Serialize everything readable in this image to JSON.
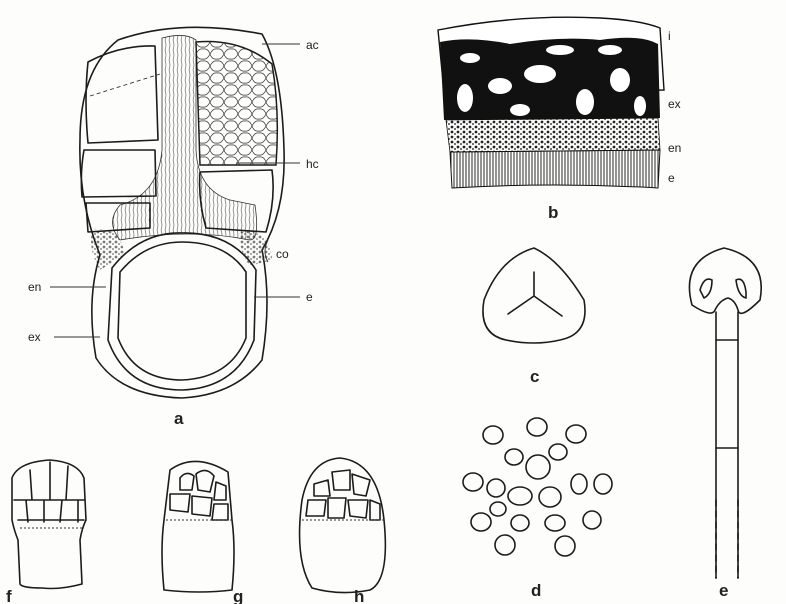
{
  "figure": {
    "a": {
      "panel_label": "a",
      "labels": {
        "ac": "ac",
        "hc": "hc",
        "co": "co",
        "en": "en",
        "ex": "ex",
        "e": "e"
      }
    },
    "b": {
      "panel_label": "b",
      "labels": {
        "i": "i",
        "ex": "ex",
        "en": "en",
        "e": "e"
      }
    },
    "c": {
      "panel_label": "c"
    },
    "d": {
      "panel_label": "d"
    },
    "e": {
      "panel_label": "e"
    },
    "f": {
      "panel_label": "f"
    },
    "g": {
      "panel_label": "g"
    },
    "h": {
      "panel_label": "h"
    }
  }
}
